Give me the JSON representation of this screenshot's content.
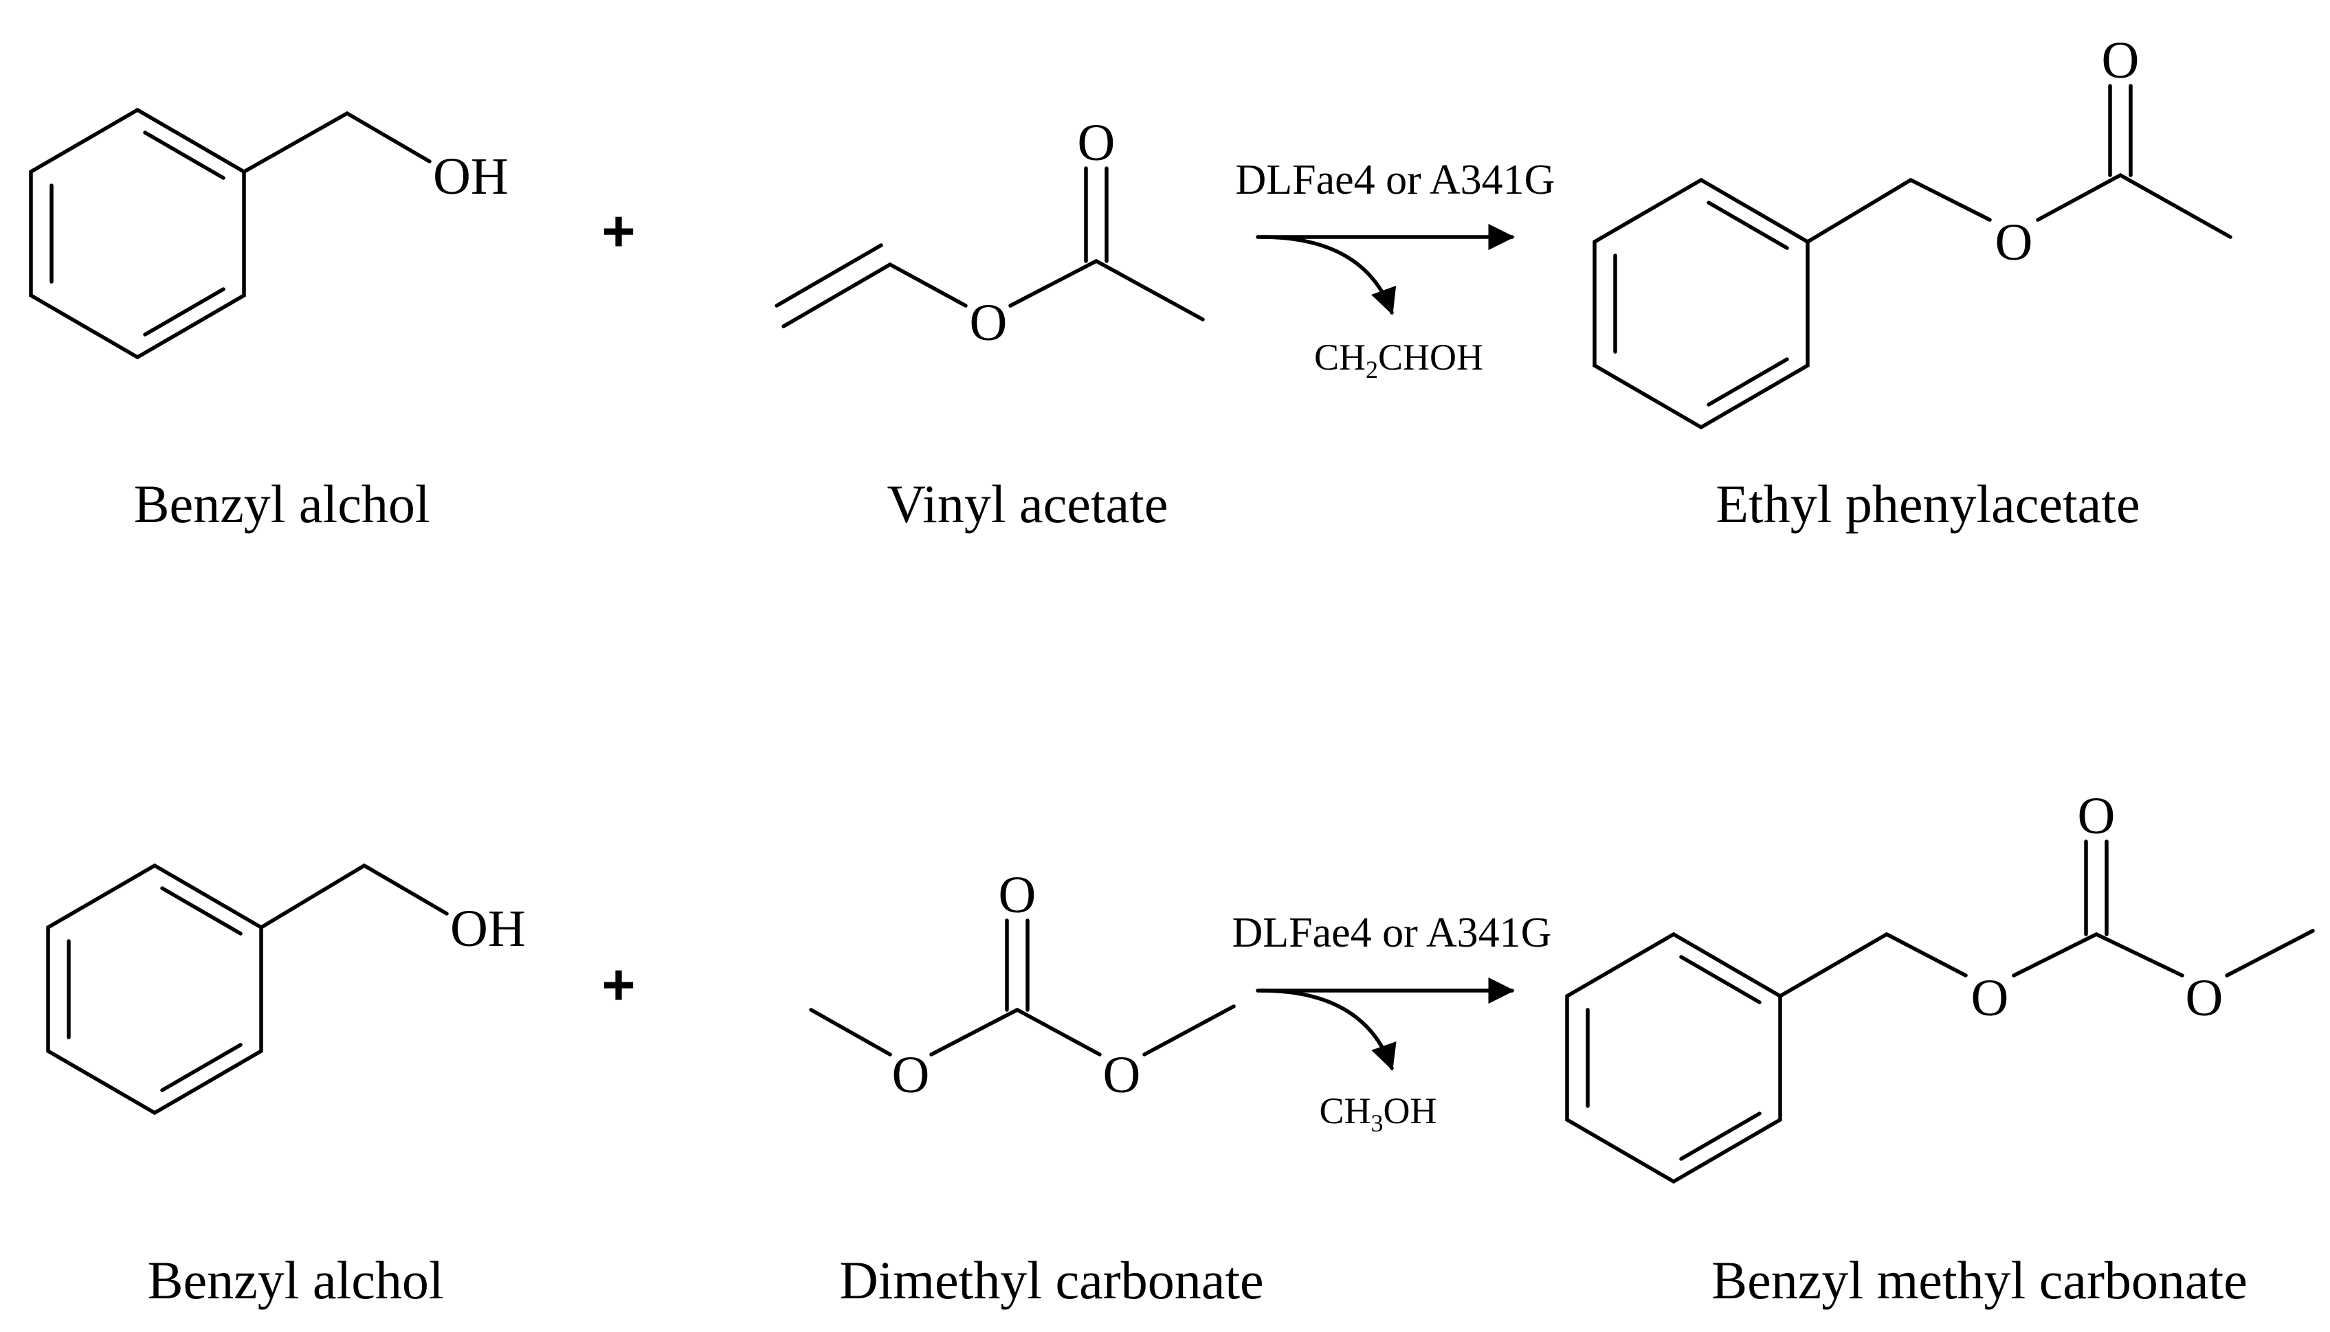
{
  "reaction_1": {
    "reactant_1": {
      "name": "Benzyl alchol",
      "hydroxyl": "OH"
    },
    "plus": "+",
    "reactant_2": {
      "name": "Vinyl acetate",
      "carbonyl_o": "O",
      "ester_o": "O"
    },
    "catalyst": "DLFae4 or A341G",
    "byproduct": {
      "part1": "CH",
      "sub": "2",
      "part2": "CHOH"
    },
    "product": {
      "name": "Ethyl phenylacetate",
      "carbonyl_o": "O",
      "ester_o": "O"
    }
  },
  "reaction_2": {
    "reactant_1": {
      "name": "Benzyl alchol",
      "hydroxyl": "OH"
    },
    "plus": "+",
    "reactant_2": {
      "name": "Dimethyl carbonate",
      "carbonyl_o": "O",
      "ester_o_left": "O",
      "ester_o_right": "O"
    },
    "catalyst": "DLFae4 or A341G",
    "byproduct": {
      "part1": "CH",
      "sub": "3",
      "part2": "OH"
    },
    "product": {
      "name": "Benzyl methyl carbonate",
      "carbonyl_o": "O",
      "ester_o_left": "O",
      "ester_o_right": "O"
    }
  }
}
